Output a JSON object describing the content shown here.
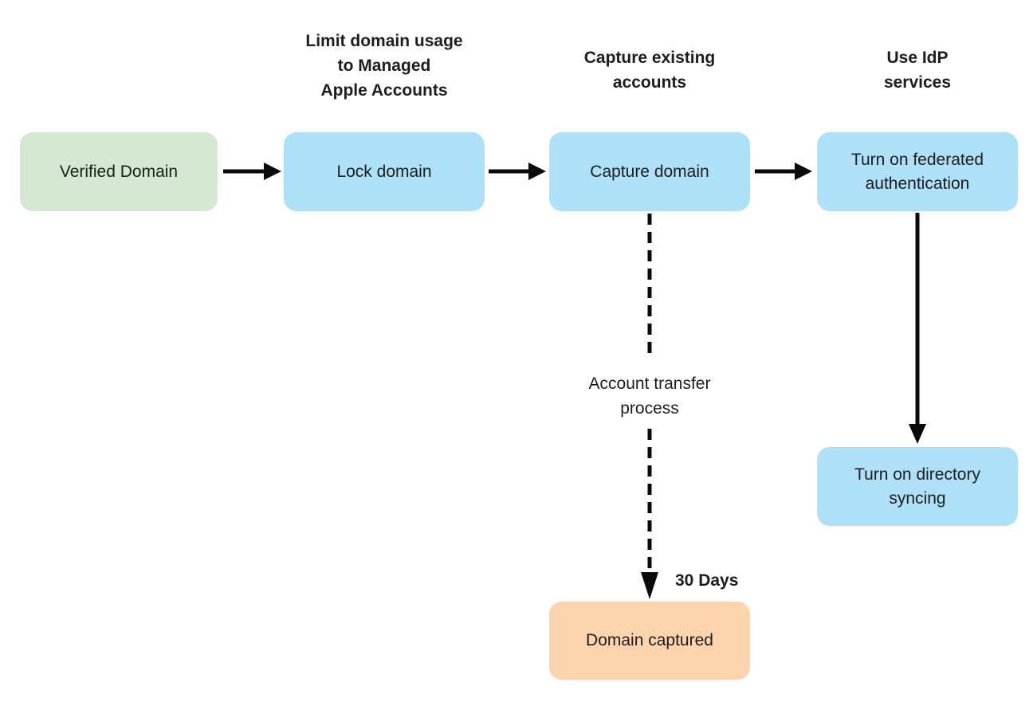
{
  "diagram": {
    "description": "Domain capture flowchart",
    "colors": {
      "background": "#ffffff",
      "node_green": "#d5e8d2",
      "node_blue": "#aee0f7",
      "node_orange": "#fbd3ac",
      "text": "#1d1d1f",
      "arrow": "#0a0a0a"
    },
    "nodes": {
      "verified_domain": {
        "label": "Verified Domain",
        "color": "#d5e8d2"
      },
      "lock_domain": {
        "label": "Lock domain",
        "color": "#aee0f7"
      },
      "capture_domain": {
        "label": "Capture domain",
        "color": "#aee0f7"
      },
      "federated_auth": {
        "label": "Turn on federated\nauthentication",
        "color": "#aee0f7"
      },
      "directory_syncing": {
        "label": "Turn on directory\nsyncing",
        "color": "#aee0f7"
      },
      "domain_captured": {
        "label": "Domain captured",
        "color": "#fbd3ac"
      }
    },
    "annotations": {
      "lock_header": "Limit domain usage\nto Managed\nApple Accounts",
      "capture_header": "Capture existing\naccounts",
      "idp_header": "Use IdP\nservices",
      "transfer_label": "Account transfer\nprocess",
      "duration_label": "30 Days"
    },
    "edges": [
      {
        "from": "verified_domain",
        "to": "lock_domain",
        "style": "solid"
      },
      {
        "from": "lock_domain",
        "to": "capture_domain",
        "style": "solid"
      },
      {
        "from": "capture_domain",
        "to": "federated_auth",
        "style": "solid"
      },
      {
        "from": "federated_auth",
        "to": "directory_syncing",
        "style": "solid"
      },
      {
        "from": "capture_domain",
        "to": "domain_captured",
        "style": "dashed"
      }
    ]
  }
}
